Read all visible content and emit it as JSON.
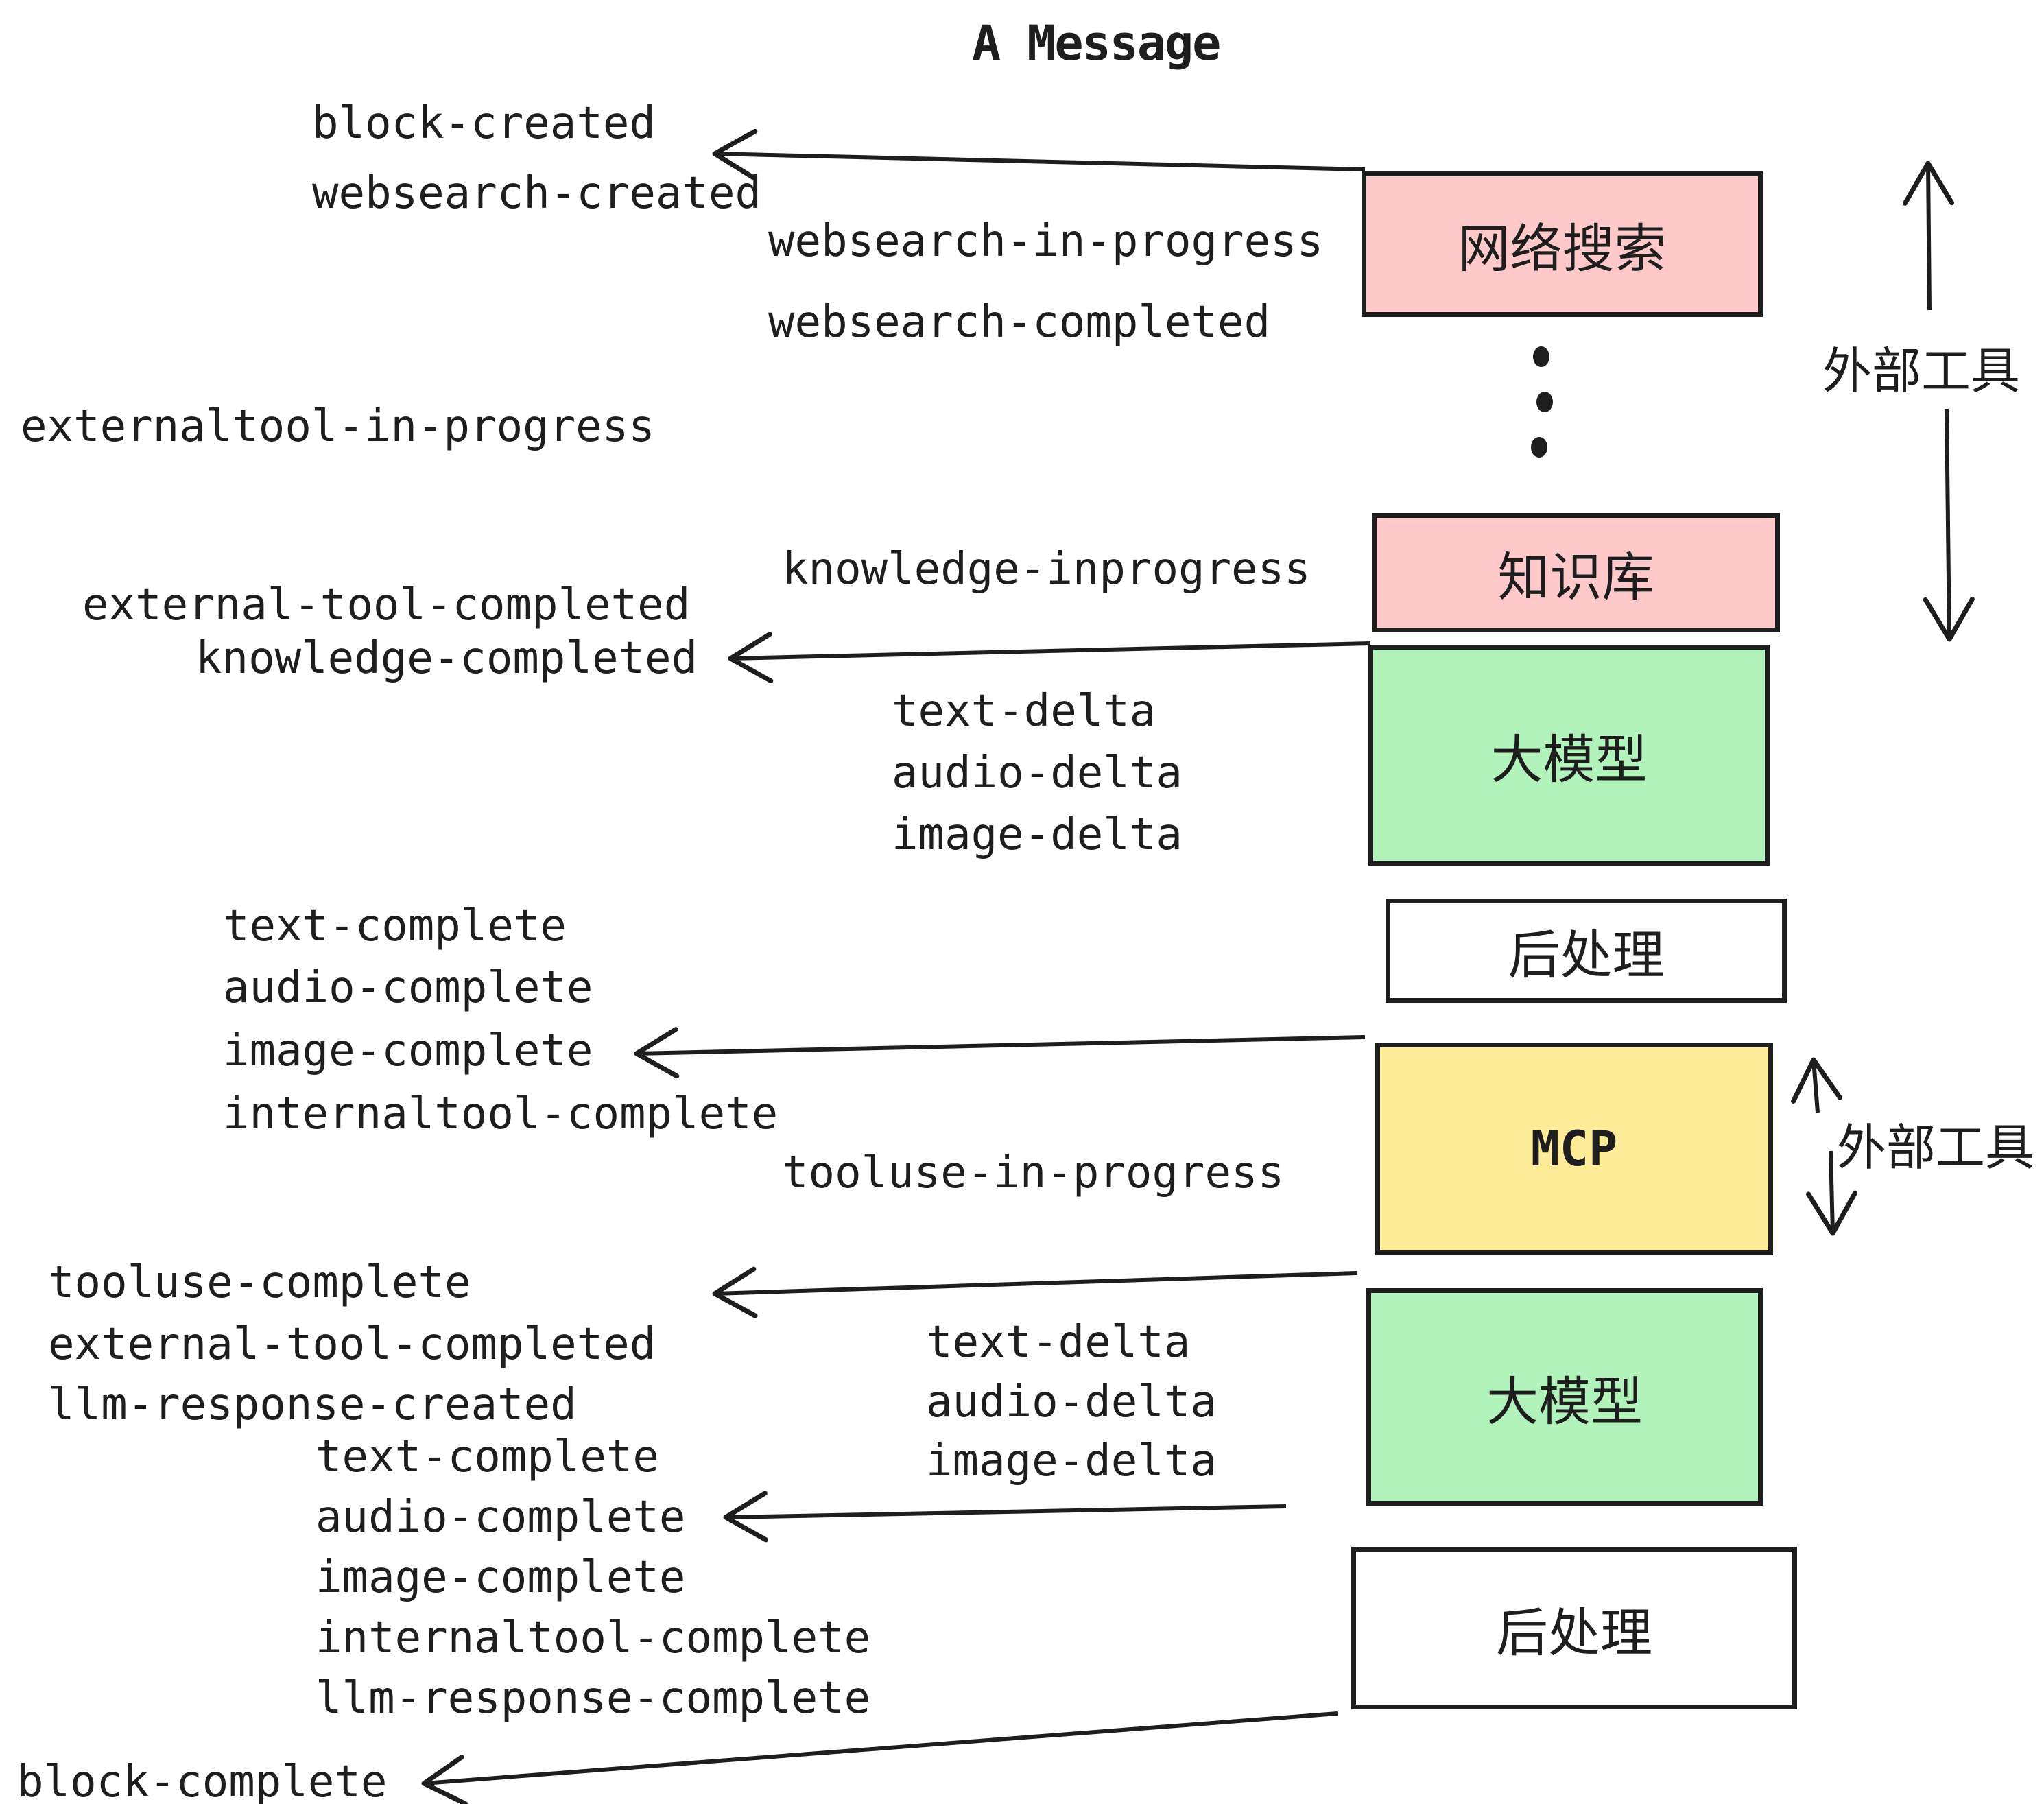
{
  "title": "A Message",
  "events": [
    {
      "id": "block-created",
      "text": "block-created"
    },
    {
      "id": "websearch-created",
      "text": "websearch-created"
    },
    {
      "id": "websearch-in-progress",
      "text": "websearch-in-progress"
    },
    {
      "id": "websearch-completed",
      "text": "websearch-completed"
    },
    {
      "id": "externaltool-in-progress",
      "text": "externaltool-in-progress"
    },
    {
      "id": "knowledge-inprogress",
      "text": "knowledge-inprogress"
    },
    {
      "id": "external-tool-completed",
      "text": "external-tool-completed"
    },
    {
      "id": "knowledge-completed",
      "text": "knowledge-completed"
    },
    {
      "id": "text-delta-1",
      "text": "text-delta"
    },
    {
      "id": "audio-delta-1",
      "text": "audio-delta"
    },
    {
      "id": "image-delta-1",
      "text": "image-delta"
    },
    {
      "id": "text-complete-1",
      "text": "text-complete"
    },
    {
      "id": "audio-complete-1",
      "text": "audio-complete"
    },
    {
      "id": "image-complete-1",
      "text": "image-complete"
    },
    {
      "id": "internaltool-complete-1",
      "text": "internaltool-complete"
    },
    {
      "id": "tooluse-in-progress",
      "text": "tooluse-in-progress"
    },
    {
      "id": "tooluse-complete",
      "text": "tooluse-complete"
    },
    {
      "id": "external-tool-completed-2",
      "text": "external-tool-completed"
    },
    {
      "id": "llm-response-created",
      "text": "llm-response-created"
    },
    {
      "id": "text-complete-2",
      "text": "text-complete"
    },
    {
      "id": "audio-complete-2",
      "text": "audio-complete"
    },
    {
      "id": "image-complete-2",
      "text": "image-complete"
    },
    {
      "id": "internaltool-complete-2",
      "text": "internaltool-complete"
    },
    {
      "id": "llm-response-complete",
      "text": "llm-response-complete"
    },
    {
      "id": "text-delta-2",
      "text": "text-delta"
    },
    {
      "id": "audio-delta-2",
      "text": "audio-delta"
    },
    {
      "id": "image-delta-2",
      "text": "image-delta"
    },
    {
      "id": "block-complete",
      "text": "block-complete"
    }
  ],
  "boxes": [
    {
      "id": "web-search",
      "label": "网络搜索",
      "color": "#ffc9c9"
    },
    {
      "id": "knowledge-base",
      "label": "知识库",
      "color": "#ffc9c9"
    },
    {
      "id": "llm-1",
      "label": "大模型",
      "color": "#b2f2bb"
    },
    {
      "id": "post-process-1",
      "label": "后处理",
      "color": "#ffffff"
    },
    {
      "id": "mcp",
      "label": "MCP",
      "color": "#ffec99"
    },
    {
      "id": "llm-2",
      "label": "大模型",
      "color": "#b2f2bb"
    },
    {
      "id": "post-process-2",
      "label": "后处理",
      "color": "#ffffff"
    }
  ],
  "side_labels": [
    {
      "id": "external-tools-1",
      "text": "外部工具"
    },
    {
      "id": "external-tools-2",
      "text": "外部工具"
    }
  ],
  "colors": {
    "ink": "#1e1e1e",
    "pink": "#ffc9c9",
    "green": "#b2f2bb",
    "yellow": "#ffec99",
    "white": "#ffffff"
  }
}
